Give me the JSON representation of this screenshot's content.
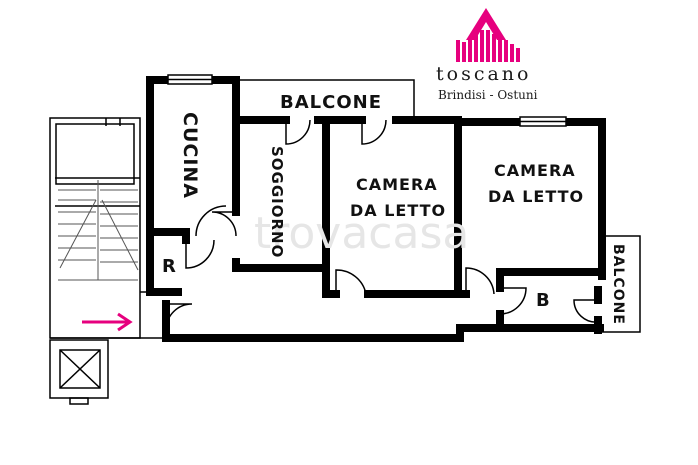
{
  "brand": {
    "name": "toscano",
    "tagline": "Brindisi - Ostuni",
    "color": "#e6007e"
  },
  "watermark": "trovacasa",
  "rooms": {
    "balcone_top": "BALCONE",
    "cucina": "CUCINA",
    "soggiorno": "SOGGIORNO",
    "camera1_line1": "CAMERA",
    "camera1_line2": "DA LETTO",
    "camera2_line1": "CAMERA",
    "camera2_line2": "DA LETTO",
    "ripostiglio": "R",
    "bagno": "B",
    "balcone_right": "BALCONE"
  },
  "entrance_arrow_color": "#e6007e"
}
